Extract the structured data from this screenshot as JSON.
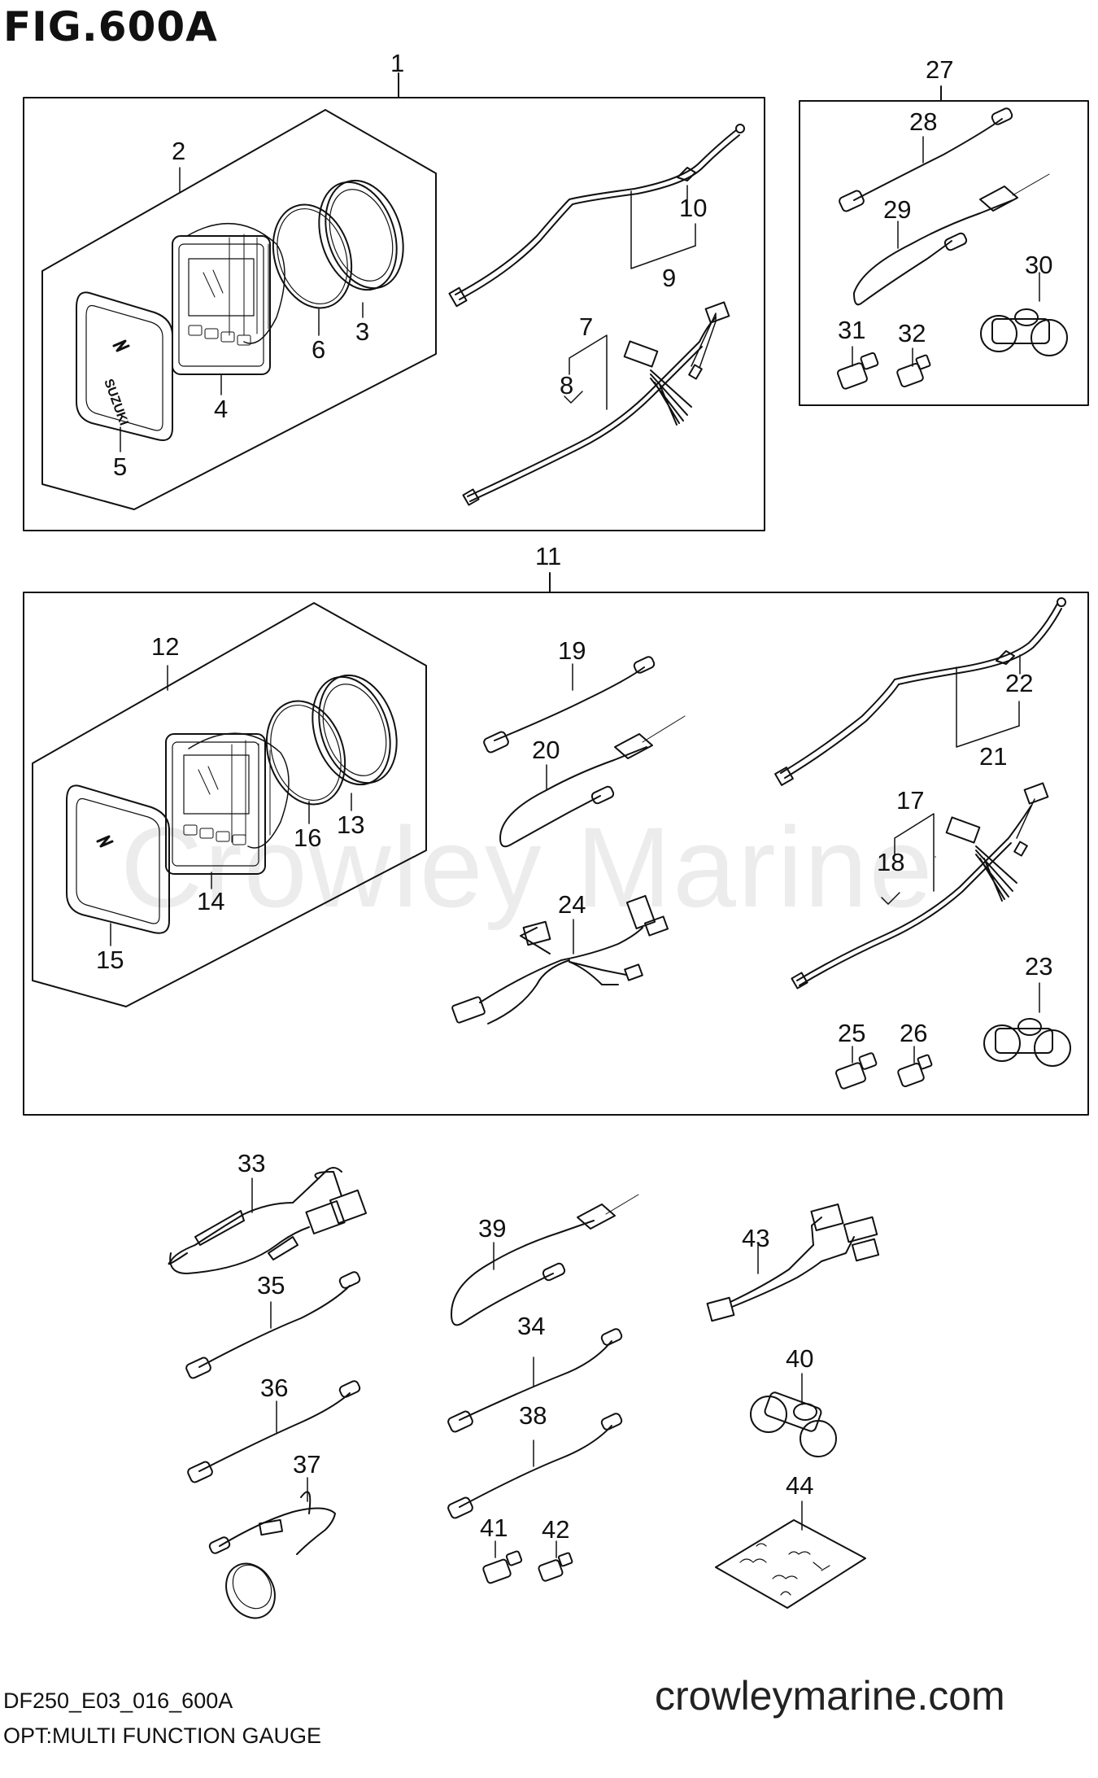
{
  "figure": {
    "title": "FIG.600A",
    "code": "DF250_E03_016_600A",
    "description": "OPT:MULTI FUNCTION GAUGE"
  },
  "watermark": "Crowley Marine",
  "site": "crowleymarine.com",
  "groups": [
    "1",
    "27",
    "11"
  ],
  "callouts": [
    "2",
    "3",
    "4",
    "5",
    "6",
    "7",
    "8",
    "9",
    "10",
    "12",
    "13",
    "14",
    "15",
    "16",
    "17",
    "18",
    "19",
    "20",
    "21",
    "22",
    "23",
    "24",
    "25",
    "26",
    "28",
    "29",
    "30",
    "31",
    "32",
    "33",
    "34",
    "35",
    "36",
    "37",
    "38",
    "39",
    "40",
    "41",
    "42",
    "43",
    "44"
  ],
  "gauge_brand": "SUZUKI",
  "colors": {
    "line": "#111111",
    "watermark": "#ececec"
  }
}
